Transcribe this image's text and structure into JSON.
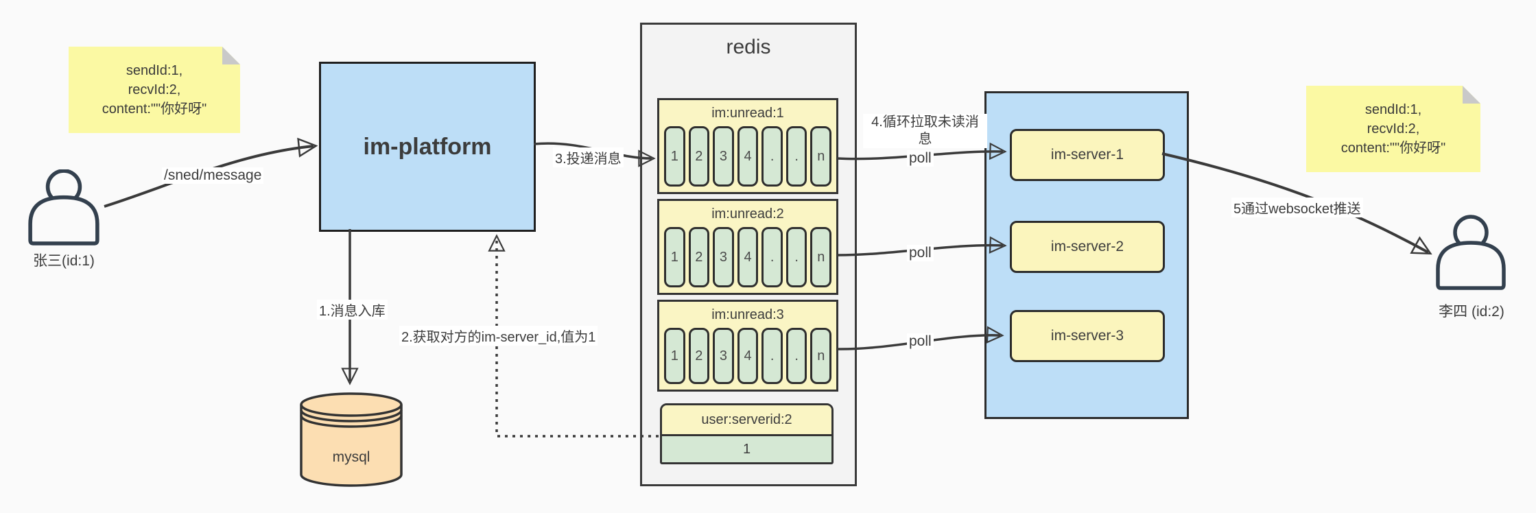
{
  "notes": {
    "left": {
      "line1": "sendId:1,",
      "line2": "recvId:2,",
      "line3": "content:\"\"你好呀\""
    },
    "right": {
      "line1": "sendId:1,",
      "line2": "recvId:2,",
      "line3": "content:\"\"你好呀\""
    }
  },
  "actors": {
    "sender": {
      "label": "张三(id:1)"
    },
    "receiver": {
      "label": "李四 (id:2)"
    }
  },
  "platform": {
    "label": "im-platform"
  },
  "database": {
    "label": "mysql"
  },
  "redis": {
    "title": "redis",
    "queues": [
      {
        "header": "im:unread:1",
        "cells": [
          "1",
          "2",
          "3",
          "4",
          ".",
          ".",
          "n"
        ]
      },
      {
        "header": "im:unread:2",
        "cells": [
          "1",
          "2",
          "3",
          "4",
          ".",
          ".",
          "n"
        ]
      },
      {
        "header": "im:unread:3",
        "cells": [
          "1",
          "2",
          "3",
          "4",
          ".",
          ".",
          "n"
        ]
      }
    ],
    "mapping": {
      "header": "user:serverid:2",
      "value": "1"
    }
  },
  "servers": [
    {
      "label": "im-server-1"
    },
    {
      "label": "im-server-2"
    },
    {
      "label": "im-server-3"
    }
  ],
  "edges": {
    "send_api": "/sned/message",
    "step1": "1.消息入库",
    "step2": "2.获取对方的im-server_id,值为1",
    "step3": "3.投递消息",
    "step4": "4.循环拉取未读消息",
    "step5": "5通过websocket推送",
    "poll": "poll"
  },
  "colors": {
    "background": "#fafafa",
    "note_yellow": "#fbf9a3",
    "box_blue": "#bddef7",
    "panel_gray": "#f3f3f3",
    "header_yellow": "#faf5c4",
    "cell_green": "#d5e8d4",
    "server_yellow": "#fbf5bd",
    "db_orange": "#fcdeb2",
    "stroke": "#3a3a3a"
  }
}
